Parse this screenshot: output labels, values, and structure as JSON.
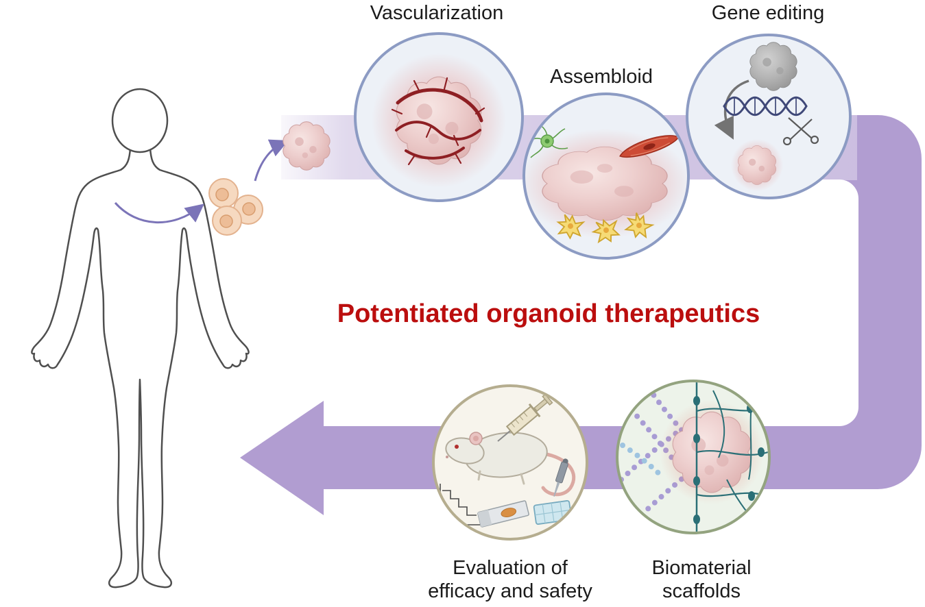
{
  "diagram": {
    "title": "Potentiated organoid therapeutics",
    "title_color": "#bb0e0e",
    "flow_color": "#b19dd1",
    "circle_border_blue": "#8c9bc3",
    "circle_border_green": "#93a37f",
    "circle_border_tan": "#b5ad8f",
    "stations": {
      "vascularization": "Vascularization",
      "assembloid": "Assembloid",
      "gene_editing": "Gene editing",
      "biomaterial_line1": "Biomaterial",
      "biomaterial_line2": "scaffolds",
      "evaluation_line1": "Evaluation of",
      "evaluation_line2": "efficacy and safety"
    },
    "icons": {
      "human": "human-body-outline-icon",
      "cells": "harvested-cells-icon",
      "organoid": "organoid-blob-icon",
      "vessels": "blood-vessel-network-icon",
      "neuron": "neuron-cell-icon",
      "muscle": "muscle-cell-icon",
      "fibroblasts": "fibroblast-cells-icon",
      "dna": "dna-helix-icon",
      "scissors": "gene-editing-scissors-icon",
      "mouse": "lab-mouse-icon",
      "syringe": "syringe-icon",
      "stairs_chart": "dose-escalation-chart-icon",
      "slide": "microscope-slide-icon",
      "plate": "assay-plate-icon",
      "pipette": "pipette-icon",
      "scaffold": "polymer-scaffold-network-icon"
    }
  }
}
